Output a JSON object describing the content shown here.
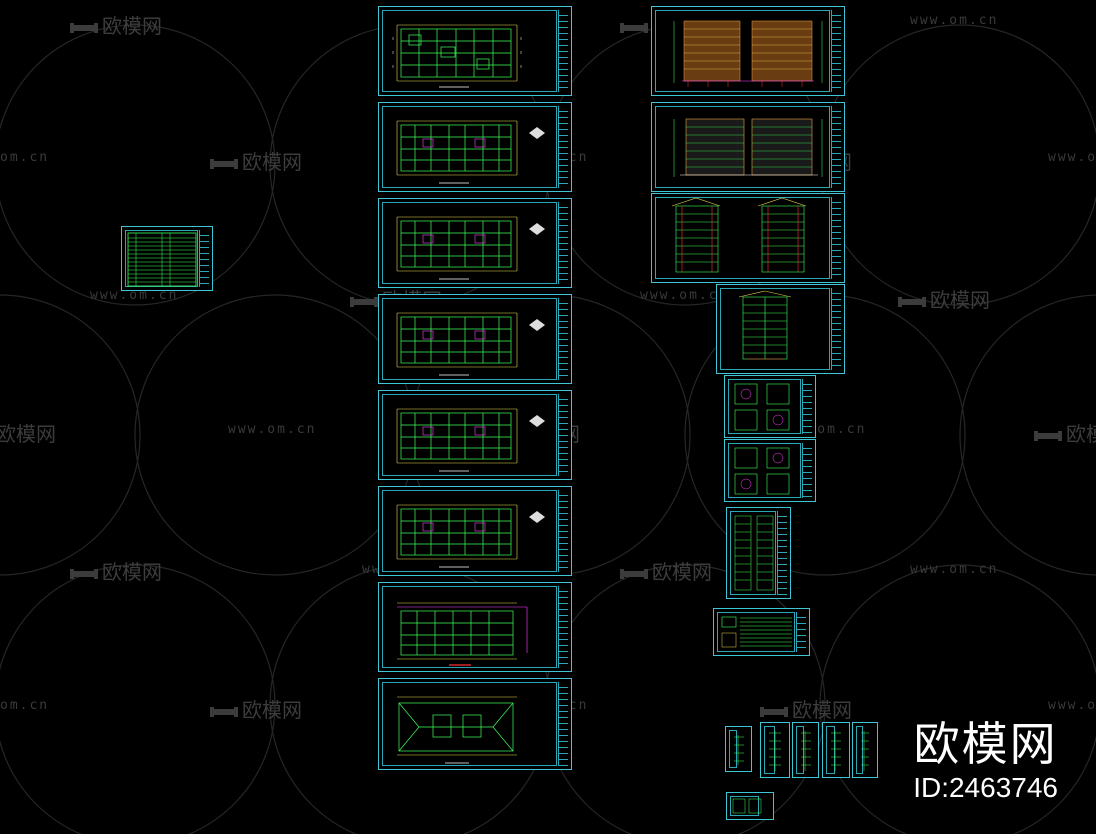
{
  "watermark": {
    "url_text": "www.om.cn",
    "short_text": "om.cn",
    "logo_text": "欧模网",
    "partial_logo": "欧模网"
  },
  "brand": {
    "name": "欧模网",
    "id_label": "ID:2463746"
  },
  "colors": {
    "background": "#000000",
    "frame": "#3fc6d6",
    "drawing_green": "#3dff5a",
    "drawing_yellow": "#e8d44a",
    "drawing_red": "#ff3030",
    "drawing_magenta": "#ff40ff",
    "drawing_white": "#ffffff",
    "watermark": "#3a3a3a"
  },
  "icons": [
    "sofa-logo-icon"
  ]
}
